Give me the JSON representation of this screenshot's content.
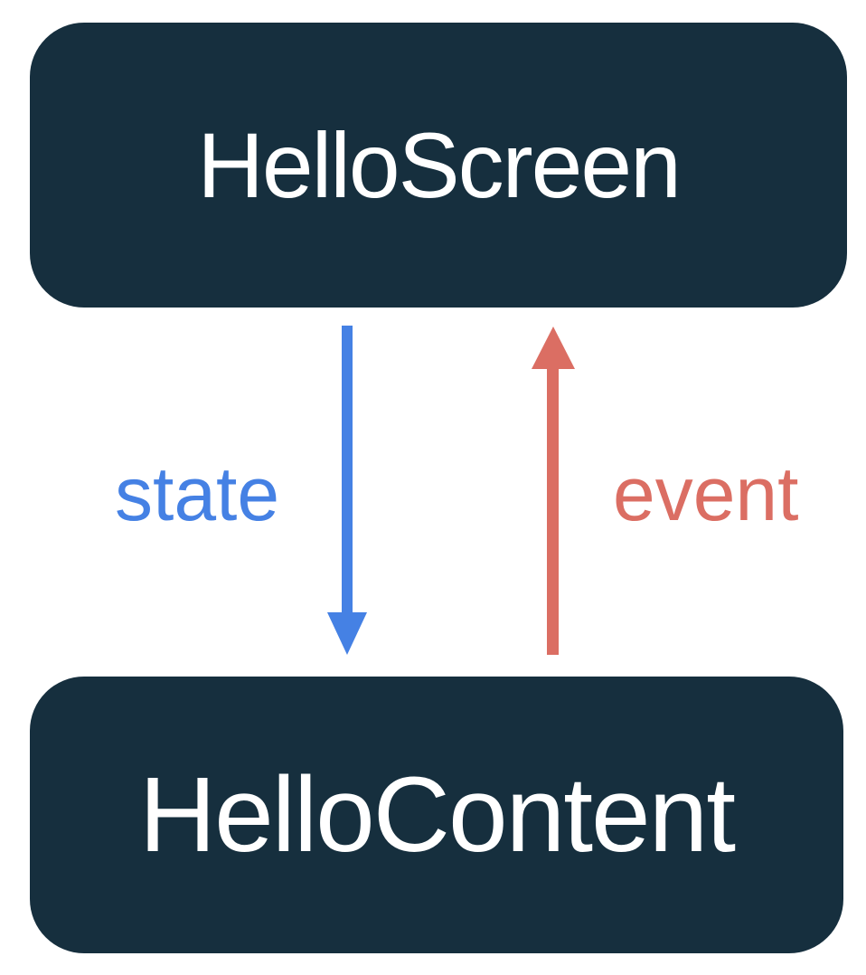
{
  "diagram": {
    "title": "unidirectional-data-flow-diagram",
    "nodes": [
      {
        "id": "hello-screen",
        "label": "HelloScreen"
      },
      {
        "id": "hello-content",
        "label": "HelloContent"
      }
    ],
    "arrows": [
      {
        "id": "state",
        "label": "state",
        "direction": "down",
        "from": "hello-screen",
        "to": "hello-content",
        "color": "#4581E4"
      },
      {
        "id": "event",
        "label": "event",
        "direction": "up",
        "from": "hello-content",
        "to": "hello-screen",
        "color": "#DB6E63"
      }
    ],
    "colors": {
      "background": "#FFFFFF",
      "node_fill": "#162F3E",
      "node_text": "#FFFFFF",
      "state_arrow": "#4581E4",
      "event_arrow": "#DB6E63"
    }
  }
}
